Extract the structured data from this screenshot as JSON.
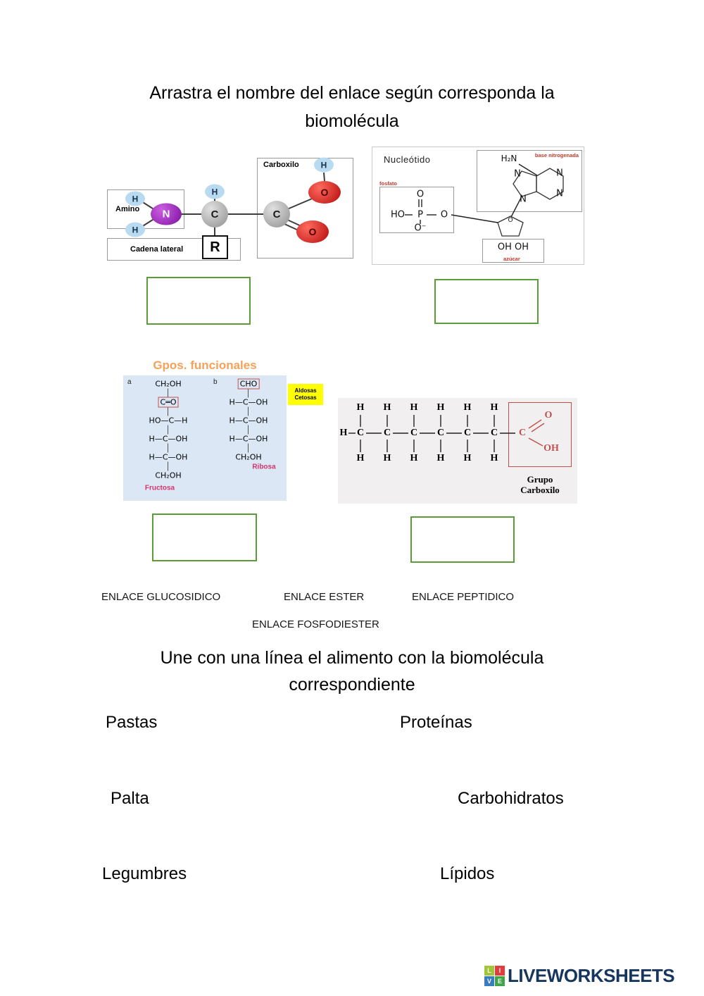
{
  "header": {
    "title_line1": "Arrastra el nombre del enlace según corresponda la",
    "title_line2": "biomolécula"
  },
  "amino_diagram": {
    "carboxilo_label": "Carboxilo",
    "amino_label": "Amino",
    "cadena_lateral_label": "Cadena lateral",
    "atom_H": "H",
    "atom_N": "N",
    "atom_C": "C",
    "atom_O": "O",
    "atom_R": "R"
  },
  "nucleotide_diagram": {
    "title": "Nucleótido",
    "fosfato_label": "fosfato",
    "azucar_label": "azúcar",
    "base_label": "base nitrogenada",
    "HO": "HO",
    "P": "P",
    "O": "O",
    "O_minus": "O⁻",
    "N": "N",
    "H2N": "H₂N",
    "OH_OH": "OH OH"
  },
  "functional_groups": {
    "title": "Gpos. funcionales",
    "label_a": "a",
    "label_b": "b",
    "aldosas": "Aldosas",
    "cetosas": "Cetosas",
    "fructosa_rows": [
      "CH₂OH",
      "C═O",
      "HO—C—H",
      "H—C—OH",
      "H—C—OH",
      "CH₂OH"
    ],
    "fructosa_label": "Fructosa",
    "ribosa_rows": [
      "CHO",
      "H—C—OH",
      "H—C—OH",
      "H—C—OH",
      "CH₂OH"
    ],
    "ribosa_label": "Ribosa"
  },
  "fatty_acid": {
    "H": "H",
    "C": "C",
    "O": "O",
    "OH": "OH",
    "label_line1": "Grupo",
    "label_line2": "Carboxilo"
  },
  "drag_labels": {
    "glucosidico": "ENLACE GLUCOSIDICO",
    "ester": "ENLACE ESTER",
    "peptidico": "ENLACE PEPTIDICO",
    "fosfodiester": "ENLACE FOSFODIESTER"
  },
  "matching": {
    "title_line1": "Une con una línea el alimento con la biomolécula",
    "title_line2": "correspondiente",
    "left_items": [
      "Pastas",
      "Palta",
      "Legumbres"
    ],
    "right_items": [
      "Proteínas",
      "Carbohidratos",
      "Lípidos"
    ]
  },
  "footer": {
    "brand": "LIVEWORKSHEETS",
    "logo_letters": [
      "L",
      "I",
      "V",
      "E"
    ],
    "logo_colors": [
      "#a3c53a",
      "#e43b3b",
      "#3a7dbf",
      "#3fa648"
    ]
  },
  "colors": {
    "answer_box_border": "#5b9b3a",
    "functional_title_orange": "#f4a259",
    "highlight_yellow": "#ffff00",
    "diagram_red_label": "#c0392b",
    "brand_navy": "#17365d"
  }
}
